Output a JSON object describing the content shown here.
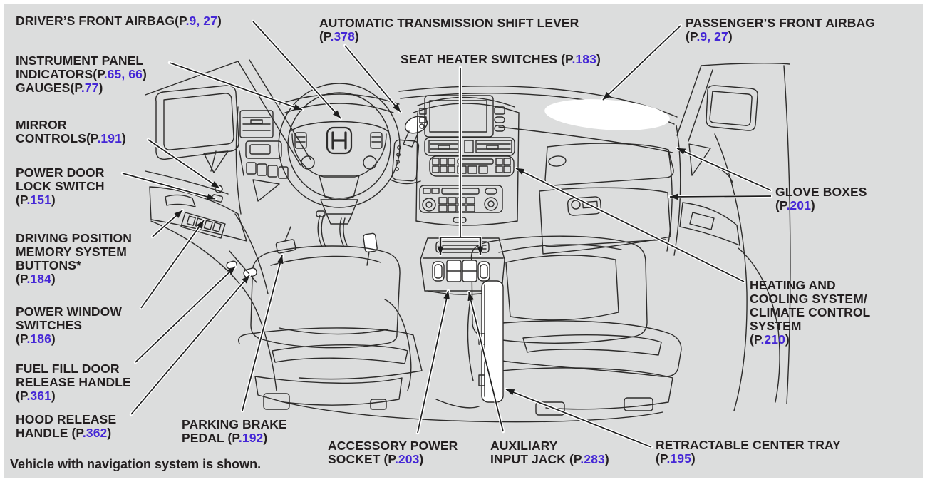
{
  "colors": {
    "background": "#dcdddd",
    "text": "#231f20",
    "page_ref": "#4527d6",
    "line_art": "#2d2c2b"
  },
  "icons": {
    "steering_wheel_badge": "honda-h-icon"
  },
  "footnote": "Vehicle with navigation system is shown.",
  "labels": {
    "drivers_front_airbag": {
      "lines": [
        {
          "pre": "DRIVER’S FRONT AIRBAG(P",
          "page": ".9, 27",
          "post": ")"
        }
      ]
    },
    "instrument_panel": {
      "lines": [
        {
          "pre": "INSTRUMENT PANEL"
        },
        {
          "pre": "INDICATORS(P",
          "page": ".65, 66",
          "post": ")"
        },
        {
          "pre": "GAUGES(P",
          "page": ".77",
          "post": ")"
        }
      ]
    },
    "mirror_controls": {
      "lines": [
        {
          "pre": "MIRROR"
        },
        {
          "pre": "CONTROLS(P",
          "page": ".191",
          "post": ")"
        }
      ]
    },
    "power_door_lock": {
      "lines": [
        {
          "pre": "POWER DOOR"
        },
        {
          "pre": "LOCK SWITCH"
        },
        {
          "pre": "(P",
          "page": ".151",
          "post": ")"
        }
      ]
    },
    "driving_position": {
      "lines": [
        {
          "pre": "DRIVING POSITION"
        },
        {
          "pre": "MEMORY SYSTEM"
        },
        {
          "pre": "BUTTONS*"
        },
        {
          "pre": "(P",
          "page": ".184",
          "post": ")"
        }
      ]
    },
    "power_window": {
      "lines": [
        {
          "pre": "POWER WINDOW"
        },
        {
          "pre": "SWITCHES"
        },
        {
          "pre": "(P",
          "page": ".186",
          "post": ")"
        }
      ]
    },
    "fuel_fill": {
      "lines": [
        {
          "pre": "FUEL FILL DOOR"
        },
        {
          "pre": "RELEASE HANDLE"
        },
        {
          "pre": "(P",
          "page": ".361",
          "post": ")"
        }
      ]
    },
    "hood_release": {
      "lines": [
        {
          "pre": "HOOD RELEASE"
        },
        {
          "pre": "HANDLE (P",
          "page": ".362",
          "post": ")"
        }
      ]
    },
    "parking_brake": {
      "lines": [
        {
          "pre": "PARKING BRAKE"
        },
        {
          "pre": "PEDAL (P",
          "page": ".192",
          "post": ")"
        }
      ]
    },
    "at_shift_lever": {
      "lines": [
        {
          "pre": "AUTOMATIC TRANSMISSION SHIFT LEVER"
        },
        {
          "pre": "(P",
          "page": ".378",
          "post": ")"
        }
      ]
    },
    "seat_heater": {
      "lines": [
        {
          "pre": "SEAT HEATER SWITCHES (P",
          "page": ".183",
          "post": ")"
        }
      ]
    },
    "passenger_airbag": {
      "lines": [
        {
          "pre": "PASSENGER’S FRONT AIRBAG"
        },
        {
          "pre": "(P",
          "page": ".9, 27",
          "post": ")"
        }
      ]
    },
    "glove_boxes": {
      "lines": [
        {
          "pre": "GLOVE BOXES"
        },
        {
          "pre": "(P",
          "page": ".201",
          "post": ")"
        }
      ]
    },
    "heating_cooling": {
      "lines": [
        {
          "pre": "HEATING AND"
        },
        {
          "pre": "COOLING SYSTEM/"
        },
        {
          "pre": "CLIMATE CONTROL"
        },
        {
          "pre": "SYSTEM"
        },
        {
          "pre": "(P",
          "page": ".210",
          "post": ")"
        }
      ]
    },
    "retractable_tray": {
      "lines": [
        {
          "pre": "RETRACTABLE CENTER TRAY"
        },
        {
          "pre": "(P",
          "page": ".195",
          "post": ")"
        }
      ]
    },
    "accessory_power": {
      "lines": [
        {
          "pre": "ACCESSORY POWER"
        },
        {
          "pre": "SOCKET (P",
          "page": ".203",
          "post": ")"
        }
      ]
    },
    "aux_input": {
      "lines": [
        {
          "pre": "AUXILIARY"
        },
        {
          "pre": "INPUT JACK (P",
          "page": ".283",
          "post": ")"
        }
      ]
    }
  }
}
